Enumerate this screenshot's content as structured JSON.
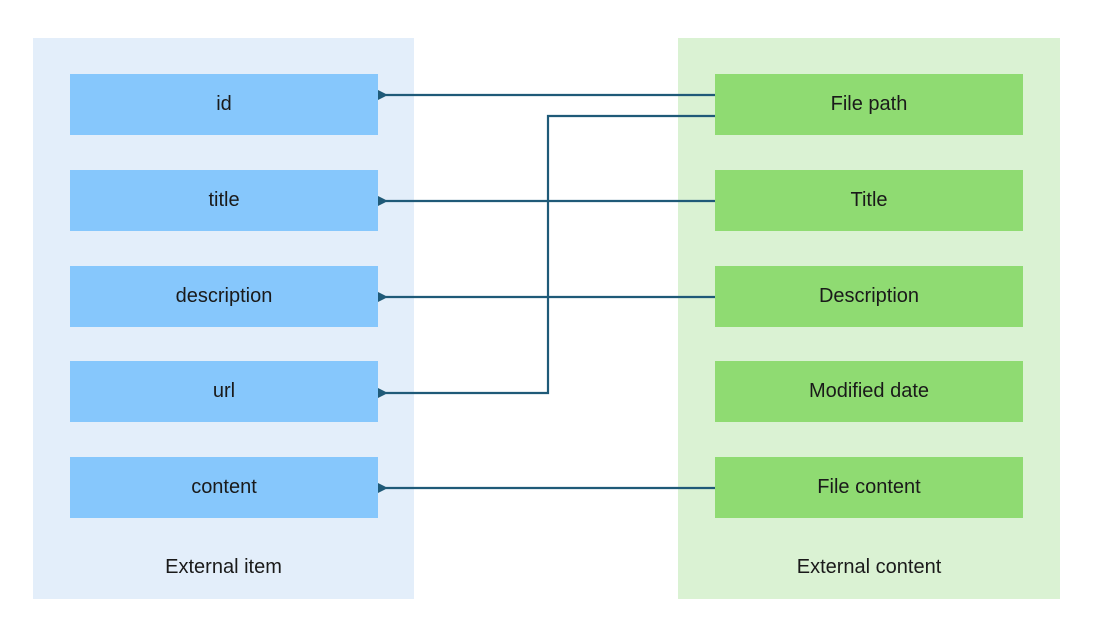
{
  "left_panel": {
    "label": "External item",
    "items": [
      "id",
      "title",
      "description",
      "url",
      "content"
    ]
  },
  "right_panel": {
    "label": "External content",
    "items": [
      "File path",
      "Title",
      "Description",
      "Modified date",
      "File content"
    ]
  },
  "mappings": [
    {
      "from": "File path",
      "to": "id"
    },
    {
      "from": "File path",
      "to": "url"
    },
    {
      "from": "Title",
      "to": "title"
    },
    {
      "from": "Description",
      "to": "description"
    },
    {
      "from": "File content",
      "to": "content"
    }
  ],
  "colors": {
    "left_panel_bg": "#e3eefa",
    "right_panel_bg": "#daf2d3",
    "left_box": "#86c7fc",
    "right_box": "#8fdb72",
    "arrow": "#1f5a78"
  }
}
